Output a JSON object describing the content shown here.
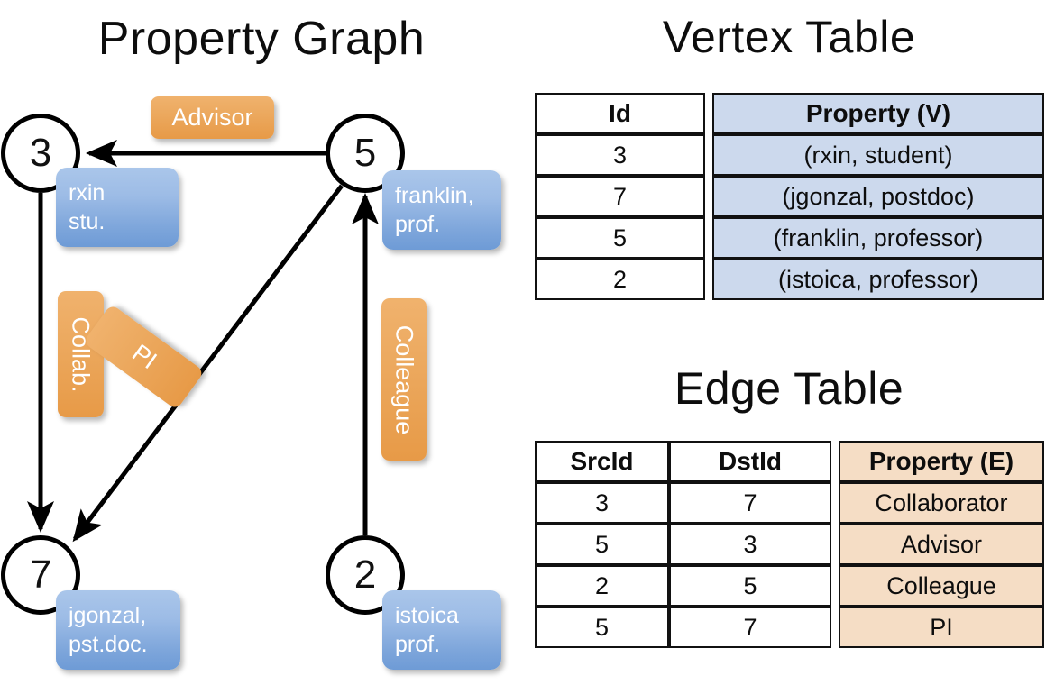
{
  "titles": {
    "property_graph": "Property Graph",
    "vertex_table": "Vertex Table",
    "edge_table": "Edge Table"
  },
  "colors": {
    "vertex_property_fill": "#ccd9ed",
    "edge_property_fill": "#f5ddc5",
    "node_property_box": "#7ea6db",
    "edge_chip": "#eca95f",
    "stroke": "#000000"
  },
  "graph": {
    "nodes": [
      {
        "id": "3",
        "property_lines": [
          "rxin",
          "stu."
        ]
      },
      {
        "id": "5",
        "property_lines": [
          "franklin,",
          "prof."
        ]
      },
      {
        "id": "7",
        "property_lines": [
          "jgonzal,",
          "pst.doc."
        ]
      },
      {
        "id": "2",
        "property_lines": [
          "istoica",
          "prof."
        ]
      }
    ],
    "edge_labels": [
      {
        "name": "advisor-chip",
        "text": "Advisor",
        "orientation": "horizontal"
      },
      {
        "name": "collab-chip",
        "text": "Collab.",
        "orientation": "vertical"
      },
      {
        "name": "pi-chip",
        "text": "PI",
        "orientation": "diagonal"
      },
      {
        "name": "colleague-chip",
        "text": "Colleague",
        "orientation": "vertical"
      }
    ],
    "edges": [
      {
        "from": "5",
        "to": "3",
        "label": "Advisor"
      },
      {
        "from": "3",
        "to": "7",
        "label": "Collab."
      },
      {
        "from": "5",
        "to": "7",
        "label": "PI"
      },
      {
        "from": "2",
        "to": "5",
        "label": "Colleague"
      }
    ]
  },
  "vertex_table": {
    "headers": [
      "Id",
      "Property (V)"
    ],
    "rows": [
      {
        "id": "3",
        "property": "(rxin, student)"
      },
      {
        "id": "7",
        "property": "(jgonzal, postdoc)"
      },
      {
        "id": "5",
        "property": "(franklin, professor)"
      },
      {
        "id": "2",
        "property": "(istoica, professor)"
      }
    ]
  },
  "edge_table": {
    "headers": [
      "SrcId",
      "DstId",
      "Property (E)"
    ],
    "rows": [
      {
        "src": "3",
        "dst": "7",
        "property": "Collaborator"
      },
      {
        "src": "5",
        "dst": "3",
        "property": "Advisor"
      },
      {
        "src": "2",
        "dst": "5",
        "property": "Colleague"
      },
      {
        "src": "5",
        "dst": "7",
        "property": "PI"
      }
    ]
  }
}
